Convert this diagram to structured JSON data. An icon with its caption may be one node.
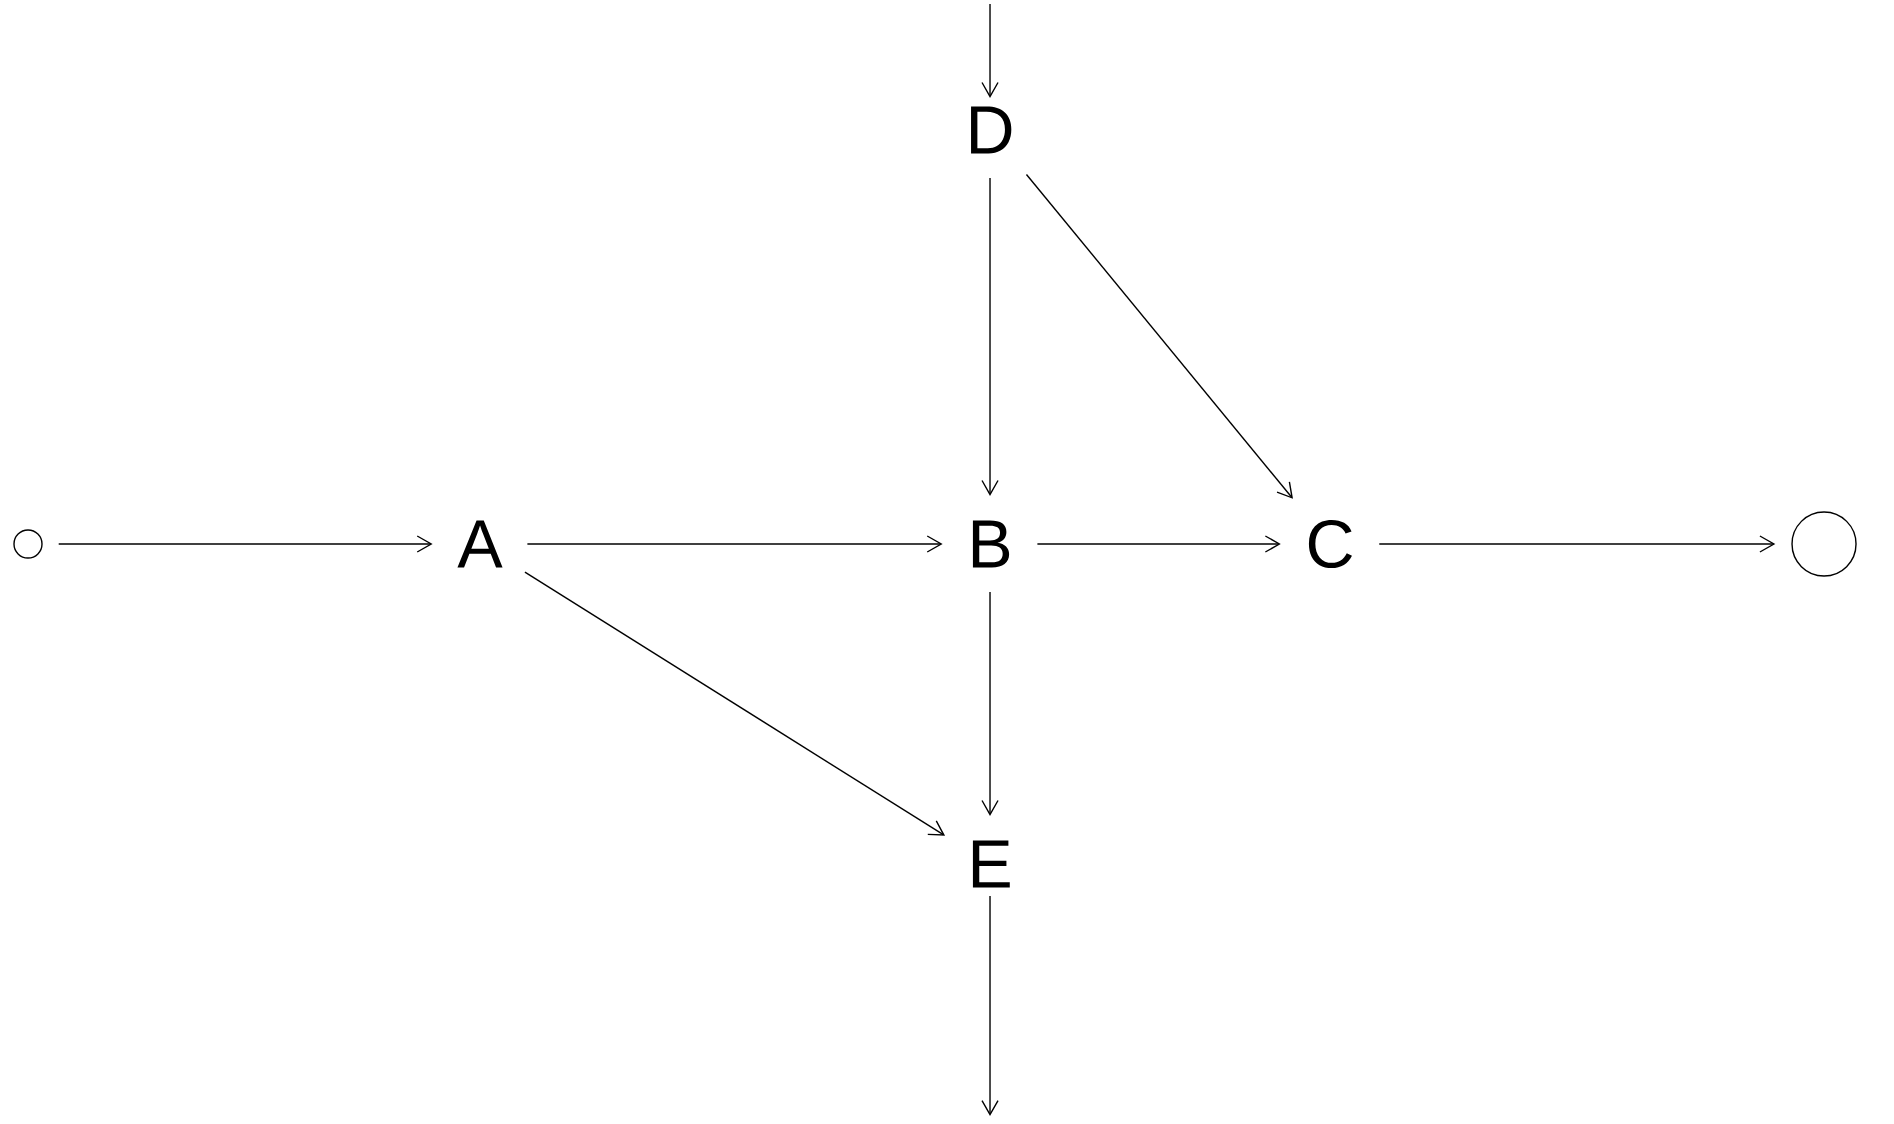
{
  "diagram": {
    "nodes": [
      {
        "text": [],
        "shape": "circle"
      },
      {
        "text": [
          "A"
        ]
      },
      {
        "text": [
          "B"
        ]
      },
      {
        "text": [
          "C"
        ]
      },
      {
        "text": [
          "D"
        ]
      },
      {
        "text": [
          "E"
        ]
      },
      {
        "text": [],
        "shape": "circle"
      }
    ],
    "edges": [
      {
        "from": 0,
        "to": 1,
        "arrow": "to"
      },
      {
        "from": 1,
        "to": 2,
        "arrow": "to"
      },
      {
        "from": 2,
        "to": 3,
        "arrow": "to"
      },
      {
        "from": 3,
        "to": 6,
        "arrow": "to"
      },
      {
        "from": null,
        "to": 4,
        "arrow": "to"
      },
      {
        "from": 4,
        "to": 2,
        "arrow": "to"
      },
      {
        "from": 4,
        "to": 3,
        "arrow": "to"
      },
      {
        "from": 1,
        "to": 5,
        "arrow": "to"
      },
      {
        "from": 2,
        "to": 5,
        "arrow": "to"
      },
      {
        "from": 5,
        "to": null,
        "arrow": "to"
      }
    ]
  }
}
